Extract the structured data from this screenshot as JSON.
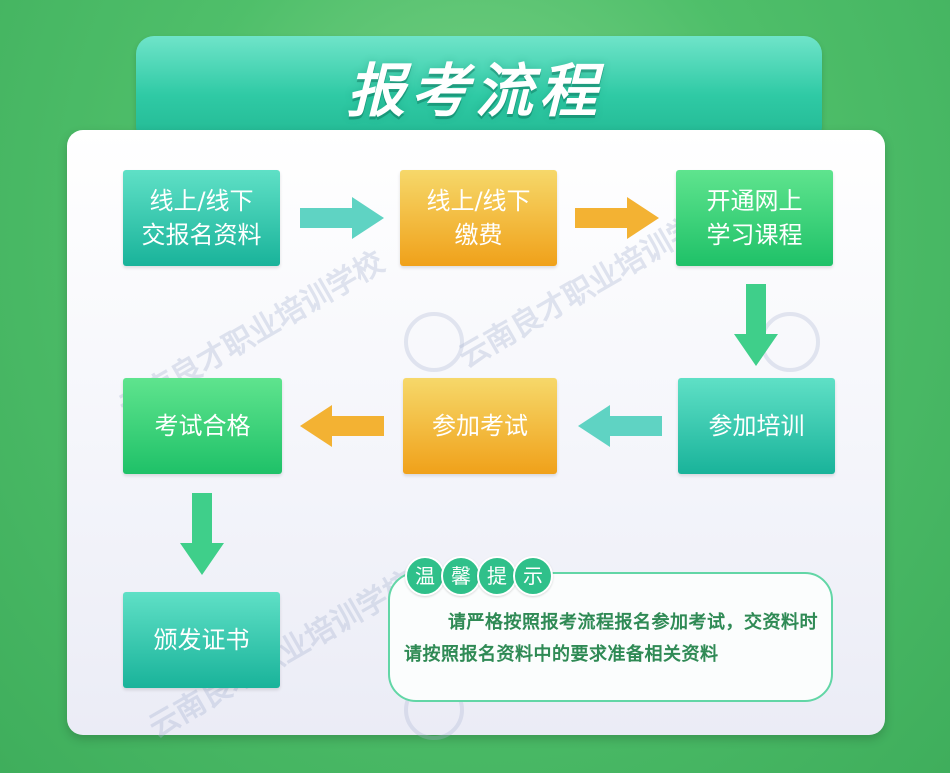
{
  "header": {
    "title": "报考流程"
  },
  "steps": {
    "s1": {
      "line1": "线上/线下",
      "line2": "交报名资料"
    },
    "s2": {
      "line1": "线上/线下",
      "line2": "缴费"
    },
    "s3": {
      "line1": "开通网上",
      "line2": "学习课程"
    },
    "s4": {
      "label": "参加培训"
    },
    "s5": {
      "label": "参加考试"
    },
    "s6": {
      "label": "考试合格"
    },
    "s7": {
      "label": "颁发证书"
    }
  },
  "tips": {
    "heading_chars": [
      "温",
      "馨",
      "提",
      "示"
    ],
    "text": "请严格按照报考流程报名参加考试，交资料时请按照报名资料中的要求准备相关资料"
  },
  "watermark": {
    "text": "云南良才职业培训学校"
  },
  "colors": {
    "teal": "#19b39a",
    "green": "#1fc168",
    "orange": "#f0a11a",
    "arrow_teal": "#5fd3c3",
    "arrow_orange": "#f3b233",
    "arrow_green": "#3fcf8a"
  }
}
